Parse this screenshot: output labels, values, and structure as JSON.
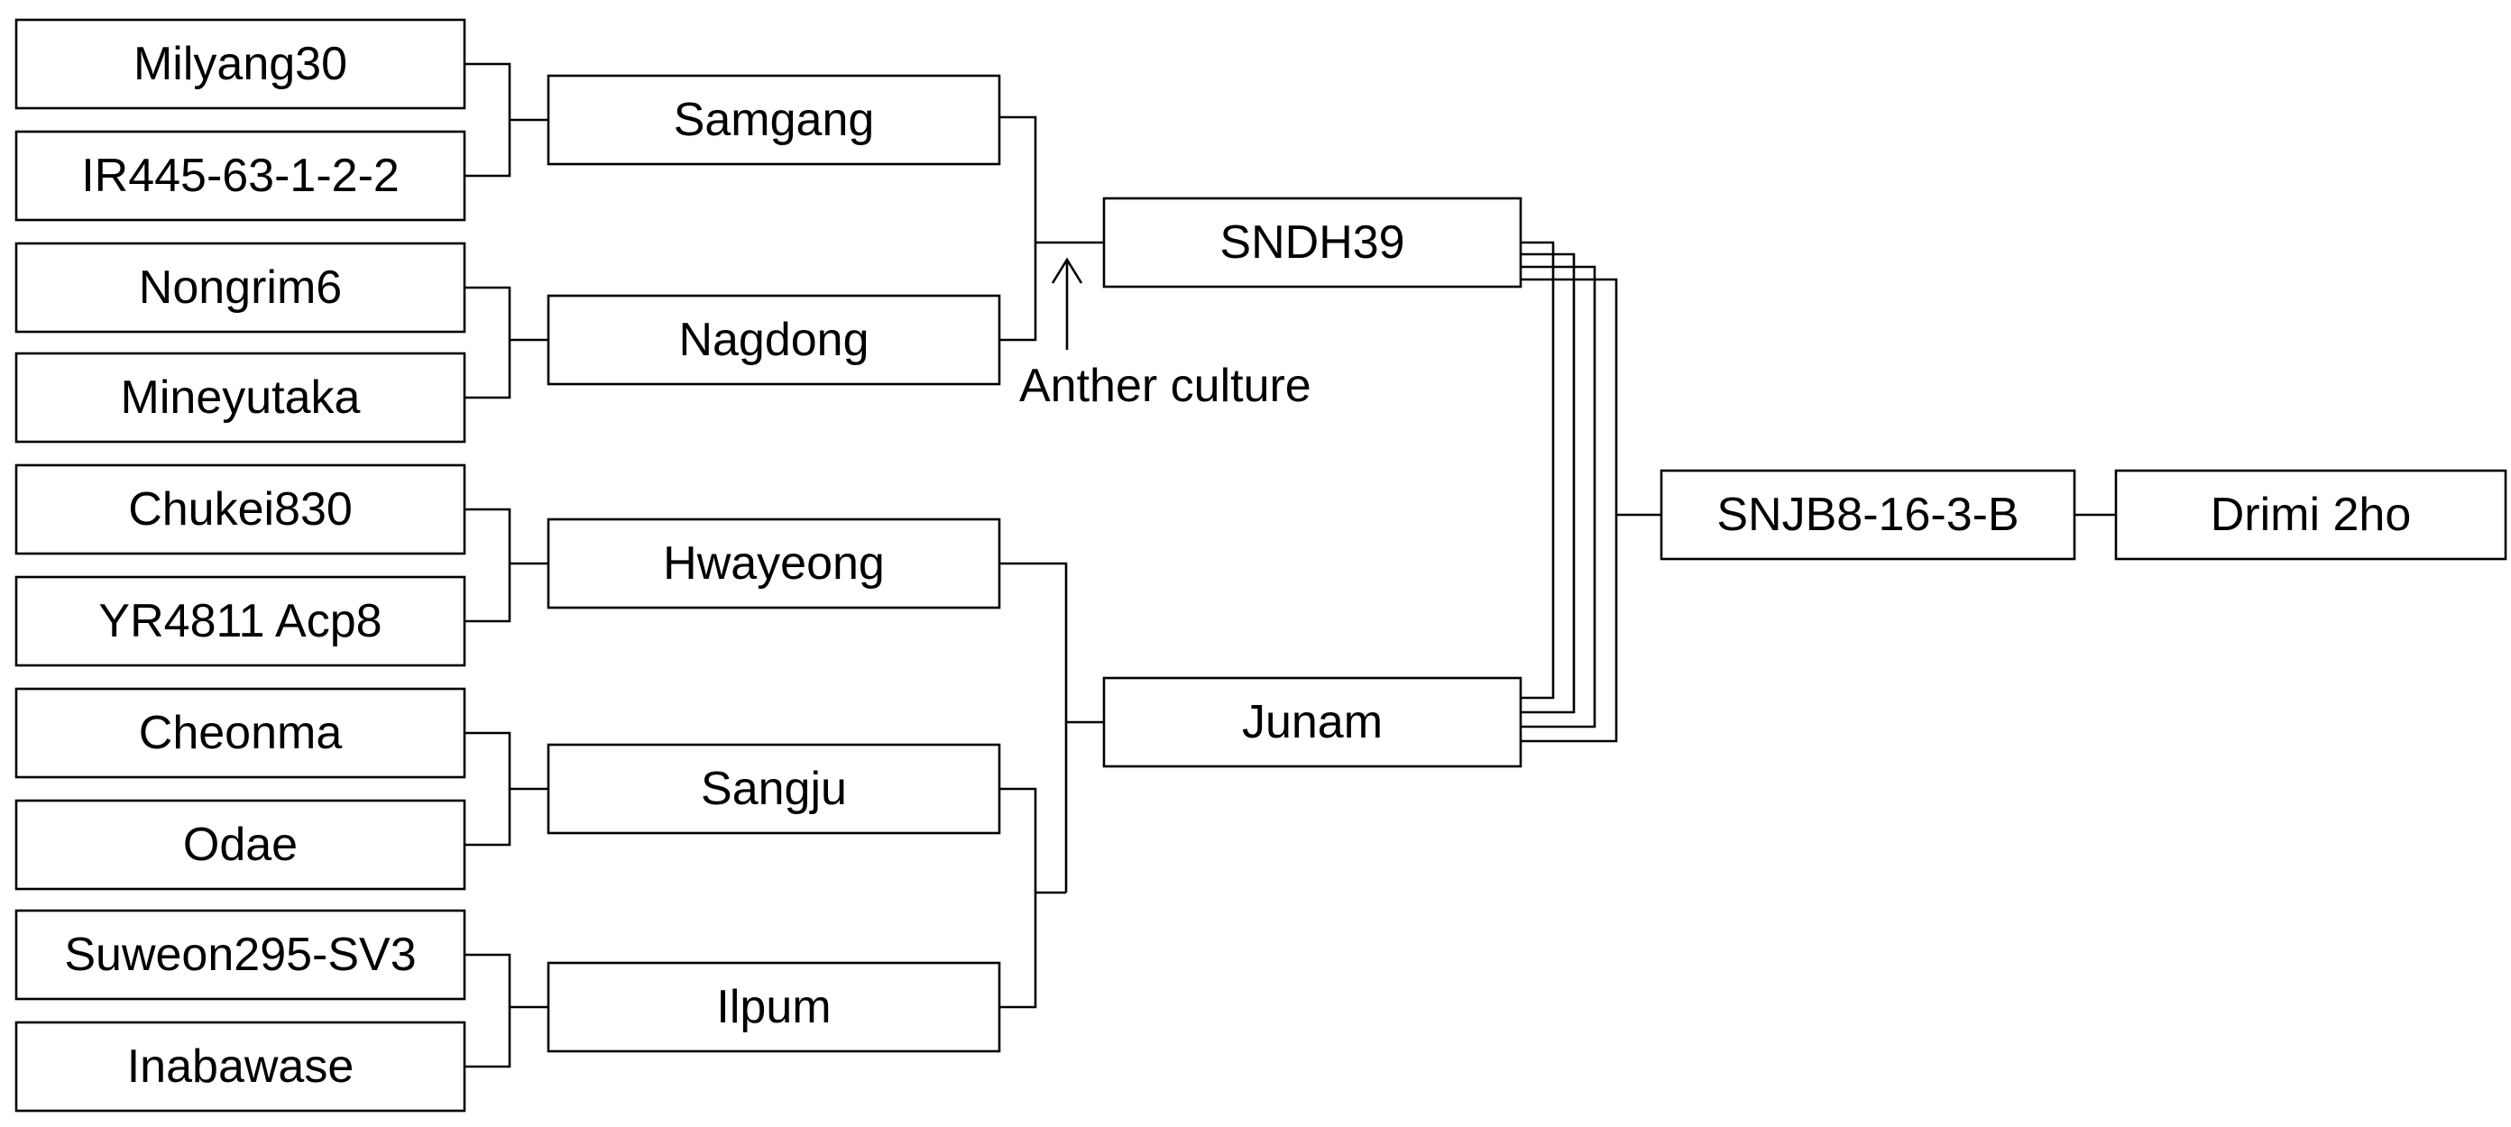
{
  "nodes": {
    "milyang30": "Milyang30",
    "ir445": "IR445-63-1-2-2",
    "nongrim6": "Nongrim6",
    "mineyutaka": "Mineyutaka",
    "chukei830": "Chukei830",
    "yr4811": "YR4811 Acp8",
    "cheonma": "Cheonma",
    "odae": "Odae",
    "suweon295": "Suweon295-SV3",
    "inabawase": "Inabawase",
    "samgang": "Samgang",
    "nagdong": "Nagdong",
    "hwayeong": "Hwayeong",
    "sangju": "Sangju",
    "ilpum": "Ilpum",
    "sndh39": "SNDH39",
    "junam": "Junam",
    "snjb8": "SNJB8-16-3-B",
    "drimi": "Drimi 2ho"
  },
  "annotation": {
    "anther_culture": "Anther culture"
  },
  "edges": [
    {
      "from": [
        "milyang30",
        "ir445"
      ],
      "to": "samgang"
    },
    {
      "from": [
        "nongrim6",
        "mineyutaka"
      ],
      "to": "nagdong"
    },
    {
      "from": [
        "chukei830",
        "yr4811"
      ],
      "to": "hwayeong"
    },
    {
      "from": [
        "cheonma",
        "odae"
      ],
      "to": "sangju"
    },
    {
      "from": [
        "suweon295",
        "inabawase"
      ],
      "to": "ilpum"
    },
    {
      "from": [
        "samgang",
        "nagdong"
      ],
      "to": "sndh39",
      "method": "anther_culture"
    },
    {
      "from": [
        "sangju",
        "ilpum"
      ],
      "to": "hwayeong-sangju-ilpum"
    },
    {
      "from": [
        "hwayeong",
        "sangju-ilpum"
      ],
      "to": "junam"
    },
    {
      "from": [
        "sndh39",
        "junam"
      ],
      "to": "snjb8",
      "backcross_lines": 4
    },
    {
      "from": [
        "snjb8"
      ],
      "to": "drimi"
    }
  ]
}
